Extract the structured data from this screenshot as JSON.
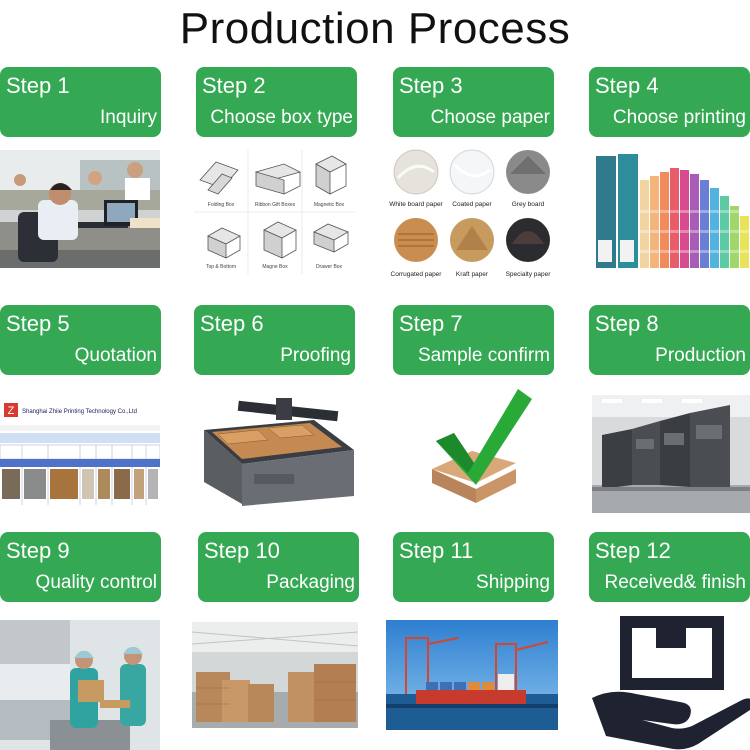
{
  "title": "Production Process",
  "steps": [
    {
      "num": "Step 1",
      "name": "Inquiry"
    },
    {
      "num": "Step 2",
      "name": "Choose box type"
    },
    {
      "num": "Step 3",
      "name": "Choose paper"
    },
    {
      "num": "Step 4",
      "name": "Choose printing"
    },
    {
      "num": "Step 5",
      "name": "Quotation"
    },
    {
      "num": "Step 6",
      "name": "Proofing"
    },
    {
      "num": "Step 7",
      "name": "Sample confirm"
    },
    {
      "num": "Step 8",
      "name": "Production"
    },
    {
      "num": "Step 9",
      "name": "Quality control"
    },
    {
      "num": "Step 10",
      "name": "Packaging"
    },
    {
      "num": "Step 11",
      "name": "Shipping"
    },
    {
      "num": "Step 12",
      "name": "Received& finish"
    }
  ],
  "box_types": [
    "Folding Box",
    "Ribbon Gift Boxes",
    "Magnetic Box",
    "Top & Bottom",
    "Magne Box",
    "Drawer Box"
  ],
  "papers": [
    "White board paper",
    "Coated paper",
    "Grey board",
    "Corrugated paper",
    "Kraft paper",
    "Specialty paper"
  ],
  "quotation": {
    "company": "Shanghai Zhiie Printing Technology Co.,Ltd",
    "logo_letter": "Z"
  },
  "colors": {
    "green": "#34a853",
    "white": "#ffffff",
    "dark": "#1f2230"
  }
}
